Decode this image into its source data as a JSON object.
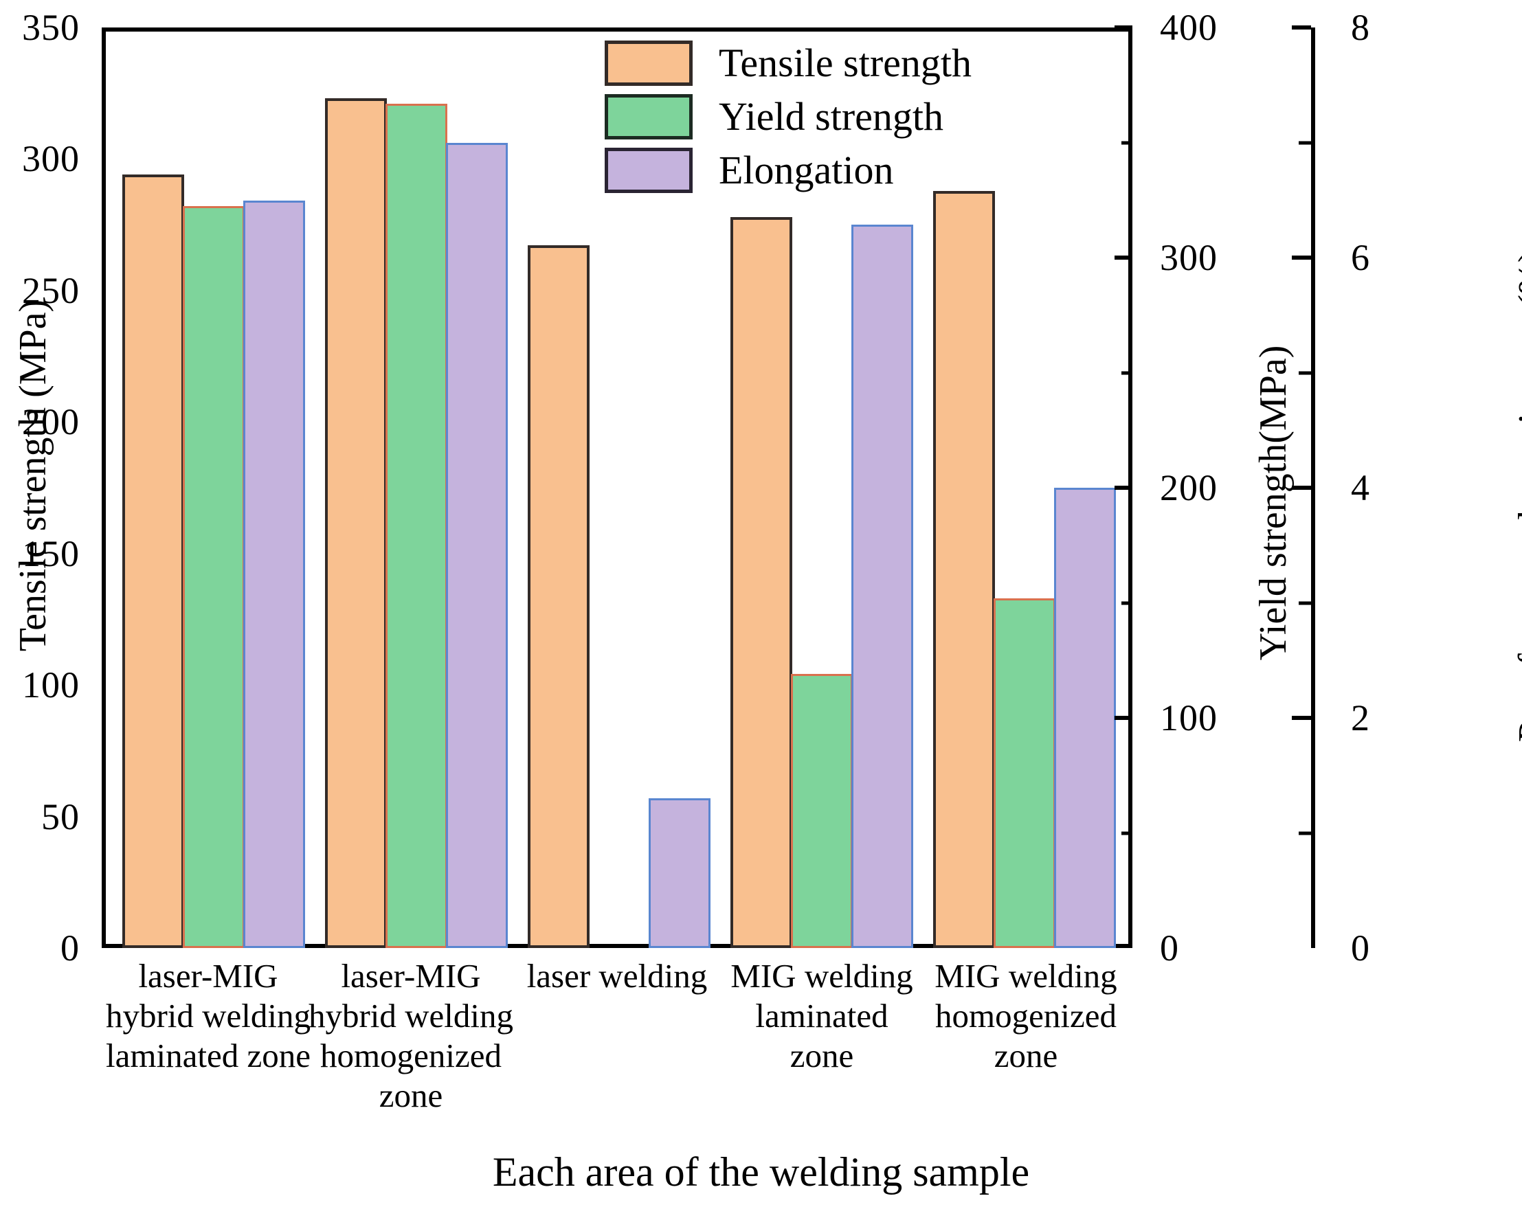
{
  "chart_data": {
    "type": "bar",
    "title": "",
    "xlabel": "Each area of the welding sample",
    "categories": [
      "laser-MIG hybrid welding laminated zone",
      "laser-MIG hybrid welding homogenized zone",
      "laser welding",
      "MIG welding laminated zone",
      "MIG welding homogenized zone"
    ],
    "category_lines": [
      [
        "laser-MIG",
        "hybrid welding",
        "laminated zone"
      ],
      [
        "laser-MIG",
        "hybrid welding",
        "homogenized",
        "zone"
      ],
      [
        "laser welding"
      ],
      [
        "MIG welding",
        "laminated",
        "zone"
      ],
      [
        "MIG welding",
        "homogenized",
        "zone"
      ]
    ],
    "series": [
      {
        "name": "Tensile strength",
        "axis": "left",
        "unit": "MPa",
        "color": "#f9c08f",
        "edge_color": "#332b28",
        "values": [
          294,
          323,
          267,
          278,
          288
        ]
      },
      {
        "name": "Yield strength",
        "axis": "right-1",
        "unit": "MPa",
        "color": "#7ed49b",
        "edge_color": "#d9714e",
        "values": [
          322,
          367,
          null,
          119,
          152
        ]
      },
      {
        "name": "Elongation",
        "axis": "right-2",
        "unit": "%",
        "color": "#c5b3dd",
        "edge_color": "#5a86d0",
        "values": [
          6.5,
          7.0,
          1.3,
          6.3,
          4.0
        ]
      }
    ],
    "axes": {
      "left": {
        "label": "Tensile strength (MPa)",
        "min": 0,
        "max": 350,
        "ticks": [
          0,
          50,
          100,
          150,
          200,
          250,
          300,
          350
        ],
        "tick_labels": [
          "0",
          "50",
          "100",
          "150",
          "200",
          "250",
          "300",
          "350"
        ]
      },
      "right_1": {
        "label": "Yield strength(MPa)",
        "min": 0,
        "max": 400,
        "ticks": [
          0,
          100,
          200,
          300,
          400
        ],
        "tick_labels": [
          "0",
          "100",
          "200",
          "300",
          "400"
        ]
      },
      "right_2": {
        "label": "Post fracture elongation rate(%)",
        "min": 0,
        "max": 8,
        "ticks": [
          0,
          2,
          4,
          6,
          8
        ],
        "tick_labels": [
          "0",
          "2",
          "4",
          "6",
          "8"
        ]
      }
    },
    "grid": false,
    "legend_position": "top-center"
  },
  "legend": {
    "items": [
      {
        "label": "Tensile strength"
      },
      {
        "label": "Yield strength"
      },
      {
        "label": "Elongation"
      }
    ]
  }
}
